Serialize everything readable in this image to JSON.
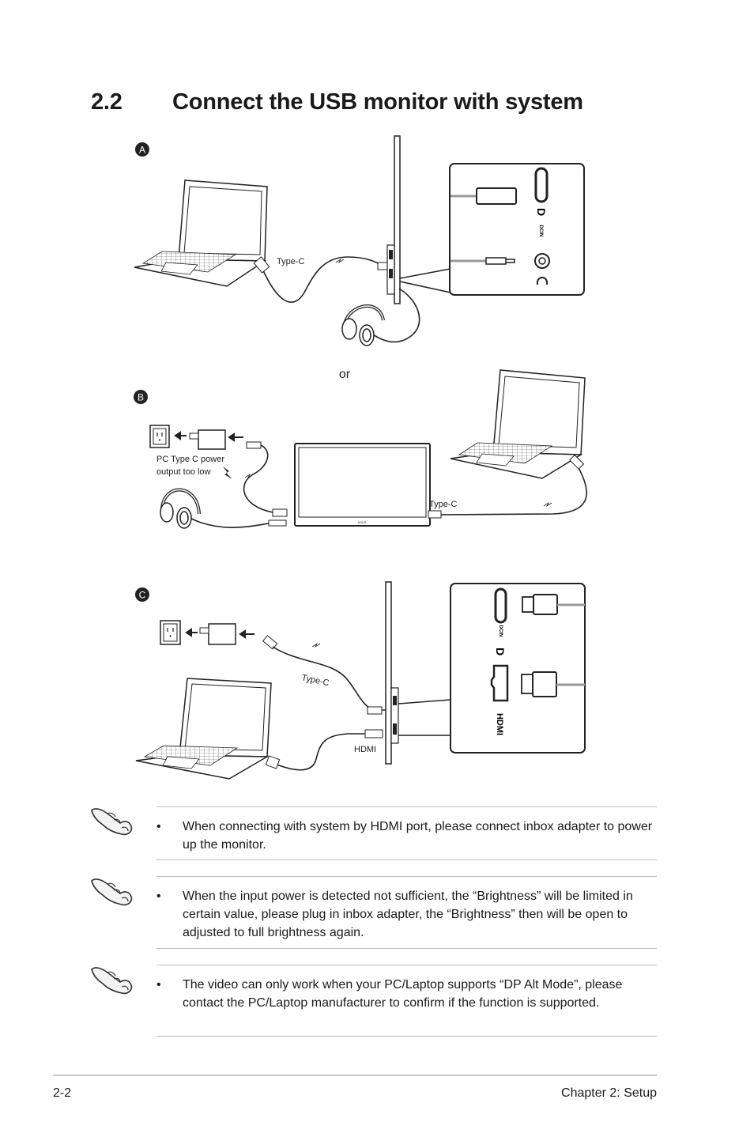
{
  "heading": {
    "number": "2.2",
    "title": "Connect the USB monitor with system"
  },
  "diagram": {
    "markers": [
      "A",
      "B",
      "C"
    ],
    "or_text": "or",
    "labels": {
      "type_c": "Type-C",
      "pc_power_line1": "PC Type C power",
      "pc_power_line2": "output too low",
      "hdmi": "HDMI",
      "brand": "ASUS"
    },
    "port_icons": {
      "dp": "D",
      "dcin": "DCIN",
      "hdmi": "HDMI"
    }
  },
  "notes": [
    {
      "bullet": "•",
      "text": "When connecting with system by HDMI port, please connect inbox adapter to power up the monitor.",
      "icon": "pointing-hand-icon"
    },
    {
      "bullet": "•",
      "text": "When the input power is detected not sufficient, the “Brightness” will be limited in certain value,  please plug in inbox adapter, the “Brightness” then will be open to adjusted to full brightness again.",
      "icon": "pointing-hand-icon"
    },
    {
      "bullet": "•",
      "text": "The video can only work when your PC/Laptop supports “DP Alt Mode”, please contact the PC/Laptop manufacturer to confirm if the function is supported.",
      "icon": "pointing-hand-icon"
    }
  ],
  "footer": {
    "page": "2-2",
    "chapter": "Chapter 2: Setup"
  }
}
